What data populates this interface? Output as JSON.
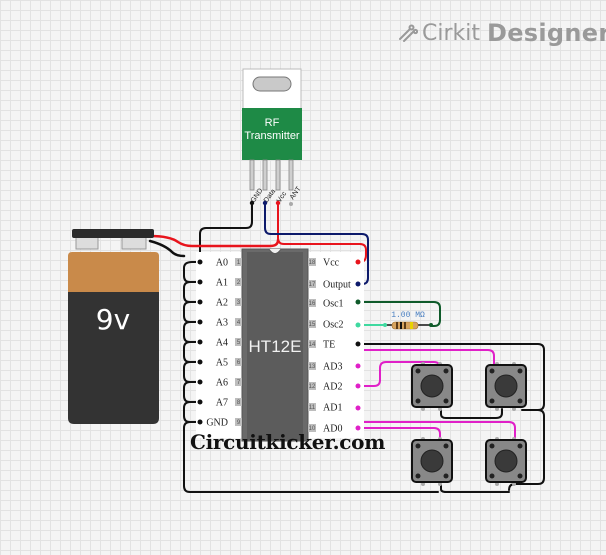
{
  "brand": {
    "logo_icon": "cirkit-logo-icon",
    "name_light": "Cirkit",
    "name_bold": "Designer"
  },
  "rf_transmitter": {
    "label_line1": "RF",
    "label_line2": "Transmitter",
    "body_color": "#1e8a46",
    "pins": [
      "GND",
      "Data",
      "Vcc",
      "ANT"
    ]
  },
  "battery": {
    "label": "9v",
    "top_color": "#c98a4a",
    "body_color": "#333333"
  },
  "ic": {
    "name": "HT12E",
    "left_pins": [
      {
        "num": "1",
        "label": "A0"
      },
      {
        "num": "2",
        "label": "A1"
      },
      {
        "num": "3",
        "label": "A2"
      },
      {
        "num": "4",
        "label": "A3"
      },
      {
        "num": "5",
        "label": "A4"
      },
      {
        "num": "6",
        "label": "A5"
      },
      {
        "num": "7",
        "label": "A6"
      },
      {
        "num": "8",
        "label": "A7"
      },
      {
        "num": "9",
        "label": "GND"
      }
    ],
    "right_pins": [
      {
        "num": "18",
        "label": "Vcc"
      },
      {
        "num": "17",
        "label": "Output"
      },
      {
        "num": "16",
        "label": "Osc1"
      },
      {
        "num": "15",
        "label": "Osc2"
      },
      {
        "num": "14",
        "label": "TE"
      },
      {
        "num": "13",
        "label": "AD3"
      },
      {
        "num": "12",
        "label": "AD2"
      },
      {
        "num": "11",
        "label": "AD1"
      },
      {
        "num": "10",
        "label": "AD0"
      }
    ]
  },
  "resistor": {
    "value": "1.00 MΩ"
  },
  "pushbuttons": [
    "button-ad3",
    "button-ad2",
    "button-ad1",
    "button-ad0"
  ],
  "wire_colors": {
    "power": "#e8141c",
    "ground": "#111111",
    "data": "#0d1a6b",
    "osc1": "#0f5a2a",
    "osc2": "#3fd9a0",
    "address": "#e020c8"
  },
  "watermark": "Circuitkicker.com"
}
